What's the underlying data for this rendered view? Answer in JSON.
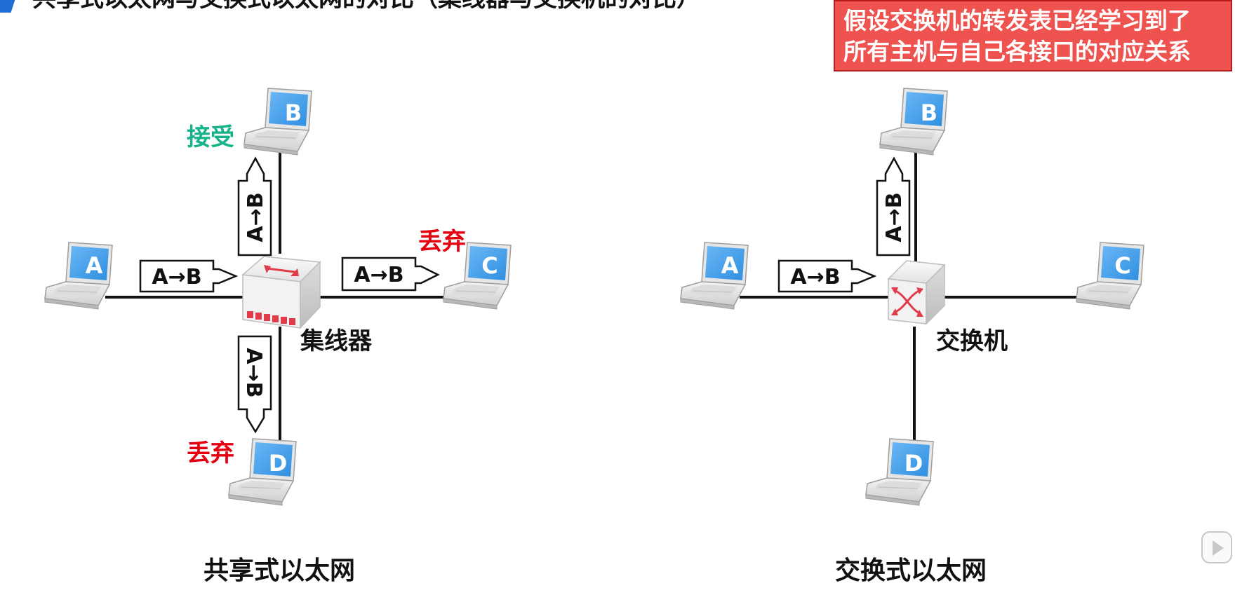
{
  "title": "共享式以太网与交换式以太网的对比（集线器与交换机的对比）",
  "assumption_note": {
    "line1": "假设交换机的转发表已经学习到了",
    "line2": "所有主机与自己各接口的对应关系"
  },
  "frame_label": "A→B",
  "hosts": [
    "A",
    "B",
    "C",
    "D"
  ],
  "shared_ethernet": {
    "caption": "共享式以太网",
    "device_label": "集线器",
    "status_b": "接受",
    "status_c": "丢弃",
    "status_d": "丢弃"
  },
  "switched_ethernet": {
    "caption": "交换式以太网",
    "device_label": "交换机"
  },
  "colors": {
    "accept": "#16b38a",
    "discard": "#e50010",
    "note_bg": "#ef5350",
    "screen": "#2f8fe0"
  },
  "icons": {
    "host": "laptop-icon",
    "hub": "hub-icon",
    "switch": "switch-icon"
  }
}
